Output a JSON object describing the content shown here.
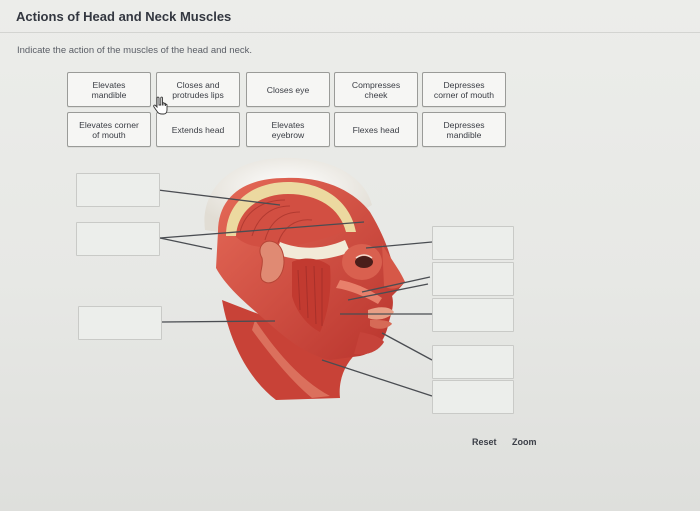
{
  "header": {
    "title": "Actions of Head and Neck Muscles",
    "instructions": "Indicate the action of the muscles of the head and neck."
  },
  "labels": [
    {
      "id": "elevates-mandible",
      "text": "Elevates\nmandible"
    },
    {
      "id": "closes-protrudes-lips",
      "text": "Closes and\nprotrudes lips"
    },
    {
      "id": "closes-eye",
      "text": "Closes eye"
    },
    {
      "id": "compresses-cheek",
      "text": "Compresses\ncheek"
    },
    {
      "id": "depresses-corner-mouth",
      "text": "Depresses\ncorner of mouth"
    },
    {
      "id": "elevates-corner-mouth",
      "text": "Elevates corner\nof mouth"
    },
    {
      "id": "extends-head",
      "text": "Extends head"
    },
    {
      "id": "elevates-eyebrow",
      "text": "Elevates\neyebrow"
    },
    {
      "id": "flexes-head",
      "text": "Flexes head"
    },
    {
      "id": "depresses-mandible",
      "text": "Depresses\nmandible"
    }
  ],
  "controls": {
    "reset": "Reset",
    "zoom": "Zoom"
  },
  "colors": {
    "muscle": "#c9453c",
    "muscle_light": "#e27664",
    "tendon": "#ead9a3",
    "bone": "#f1ece2",
    "leader_line": "#4a4d52"
  }
}
